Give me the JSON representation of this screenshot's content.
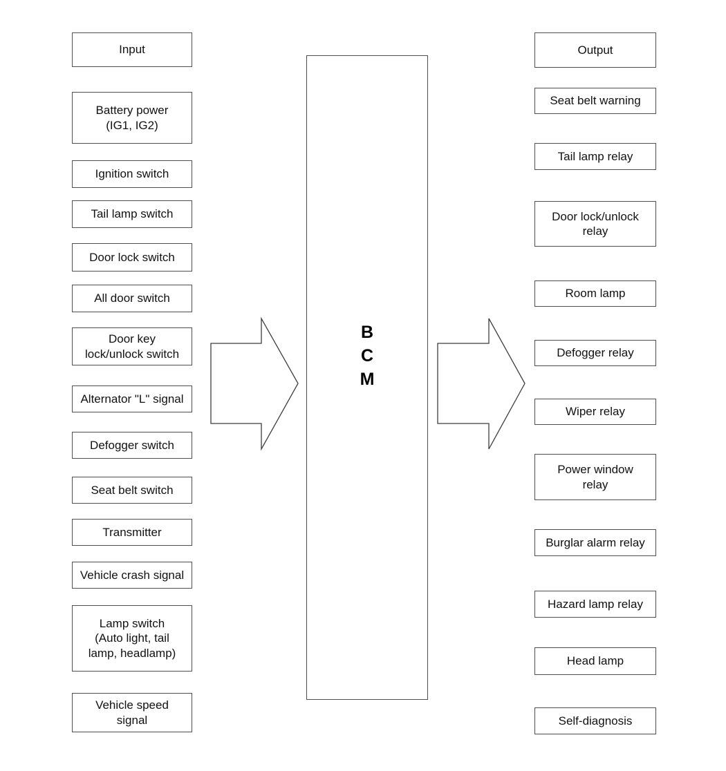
{
  "bcm": {
    "label": "B\nC\nM"
  },
  "inputs": {
    "header": "Input",
    "items": [
      "Battery power\n(IG1, IG2)",
      "Ignition switch",
      "Tail lamp switch",
      "Door lock switch",
      "All door switch",
      "Door key\nlock/unlock switch",
      "Alternator \"L\" signal",
      "Defogger switch",
      "Seat belt switch",
      "Transmitter",
      "Vehicle crash signal",
      "Lamp switch\n(Auto light, tail\nlamp, headlamp)",
      "Vehicle speed\nsignal"
    ]
  },
  "outputs": {
    "header": "Output",
    "items": [
      "Seat belt warning",
      "Tail lamp relay",
      "Door lock/unlock\nrelay",
      "Room lamp",
      "Defogger relay",
      "Wiper relay",
      "Power window\nrelay",
      "Burglar alarm relay",
      "Hazard lamp relay",
      "Head lamp",
      "Self-diagnosis"
    ]
  },
  "colors": {
    "background": "#ffffff",
    "box_border": "#4d4d4d",
    "text": "#111111",
    "arrow_outline": "#3c3c3c"
  }
}
